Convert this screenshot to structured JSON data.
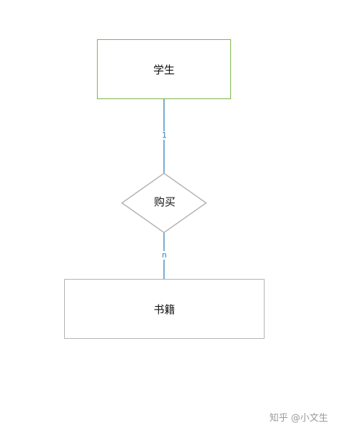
{
  "diagram": {
    "entities": [
      {
        "id": "student",
        "label": "学生"
      },
      {
        "id": "book",
        "label": "书籍"
      }
    ],
    "relationship": {
      "label": "购买"
    },
    "cardinality": {
      "student_side": "1",
      "book_side": "n"
    }
  },
  "watermark": "知乎 @小文生",
  "colors": {
    "student_border": "#7ab648",
    "book_border": "#b3b3b3",
    "diamond_border": "#b3b3b3",
    "connector": "#4a90c2"
  }
}
